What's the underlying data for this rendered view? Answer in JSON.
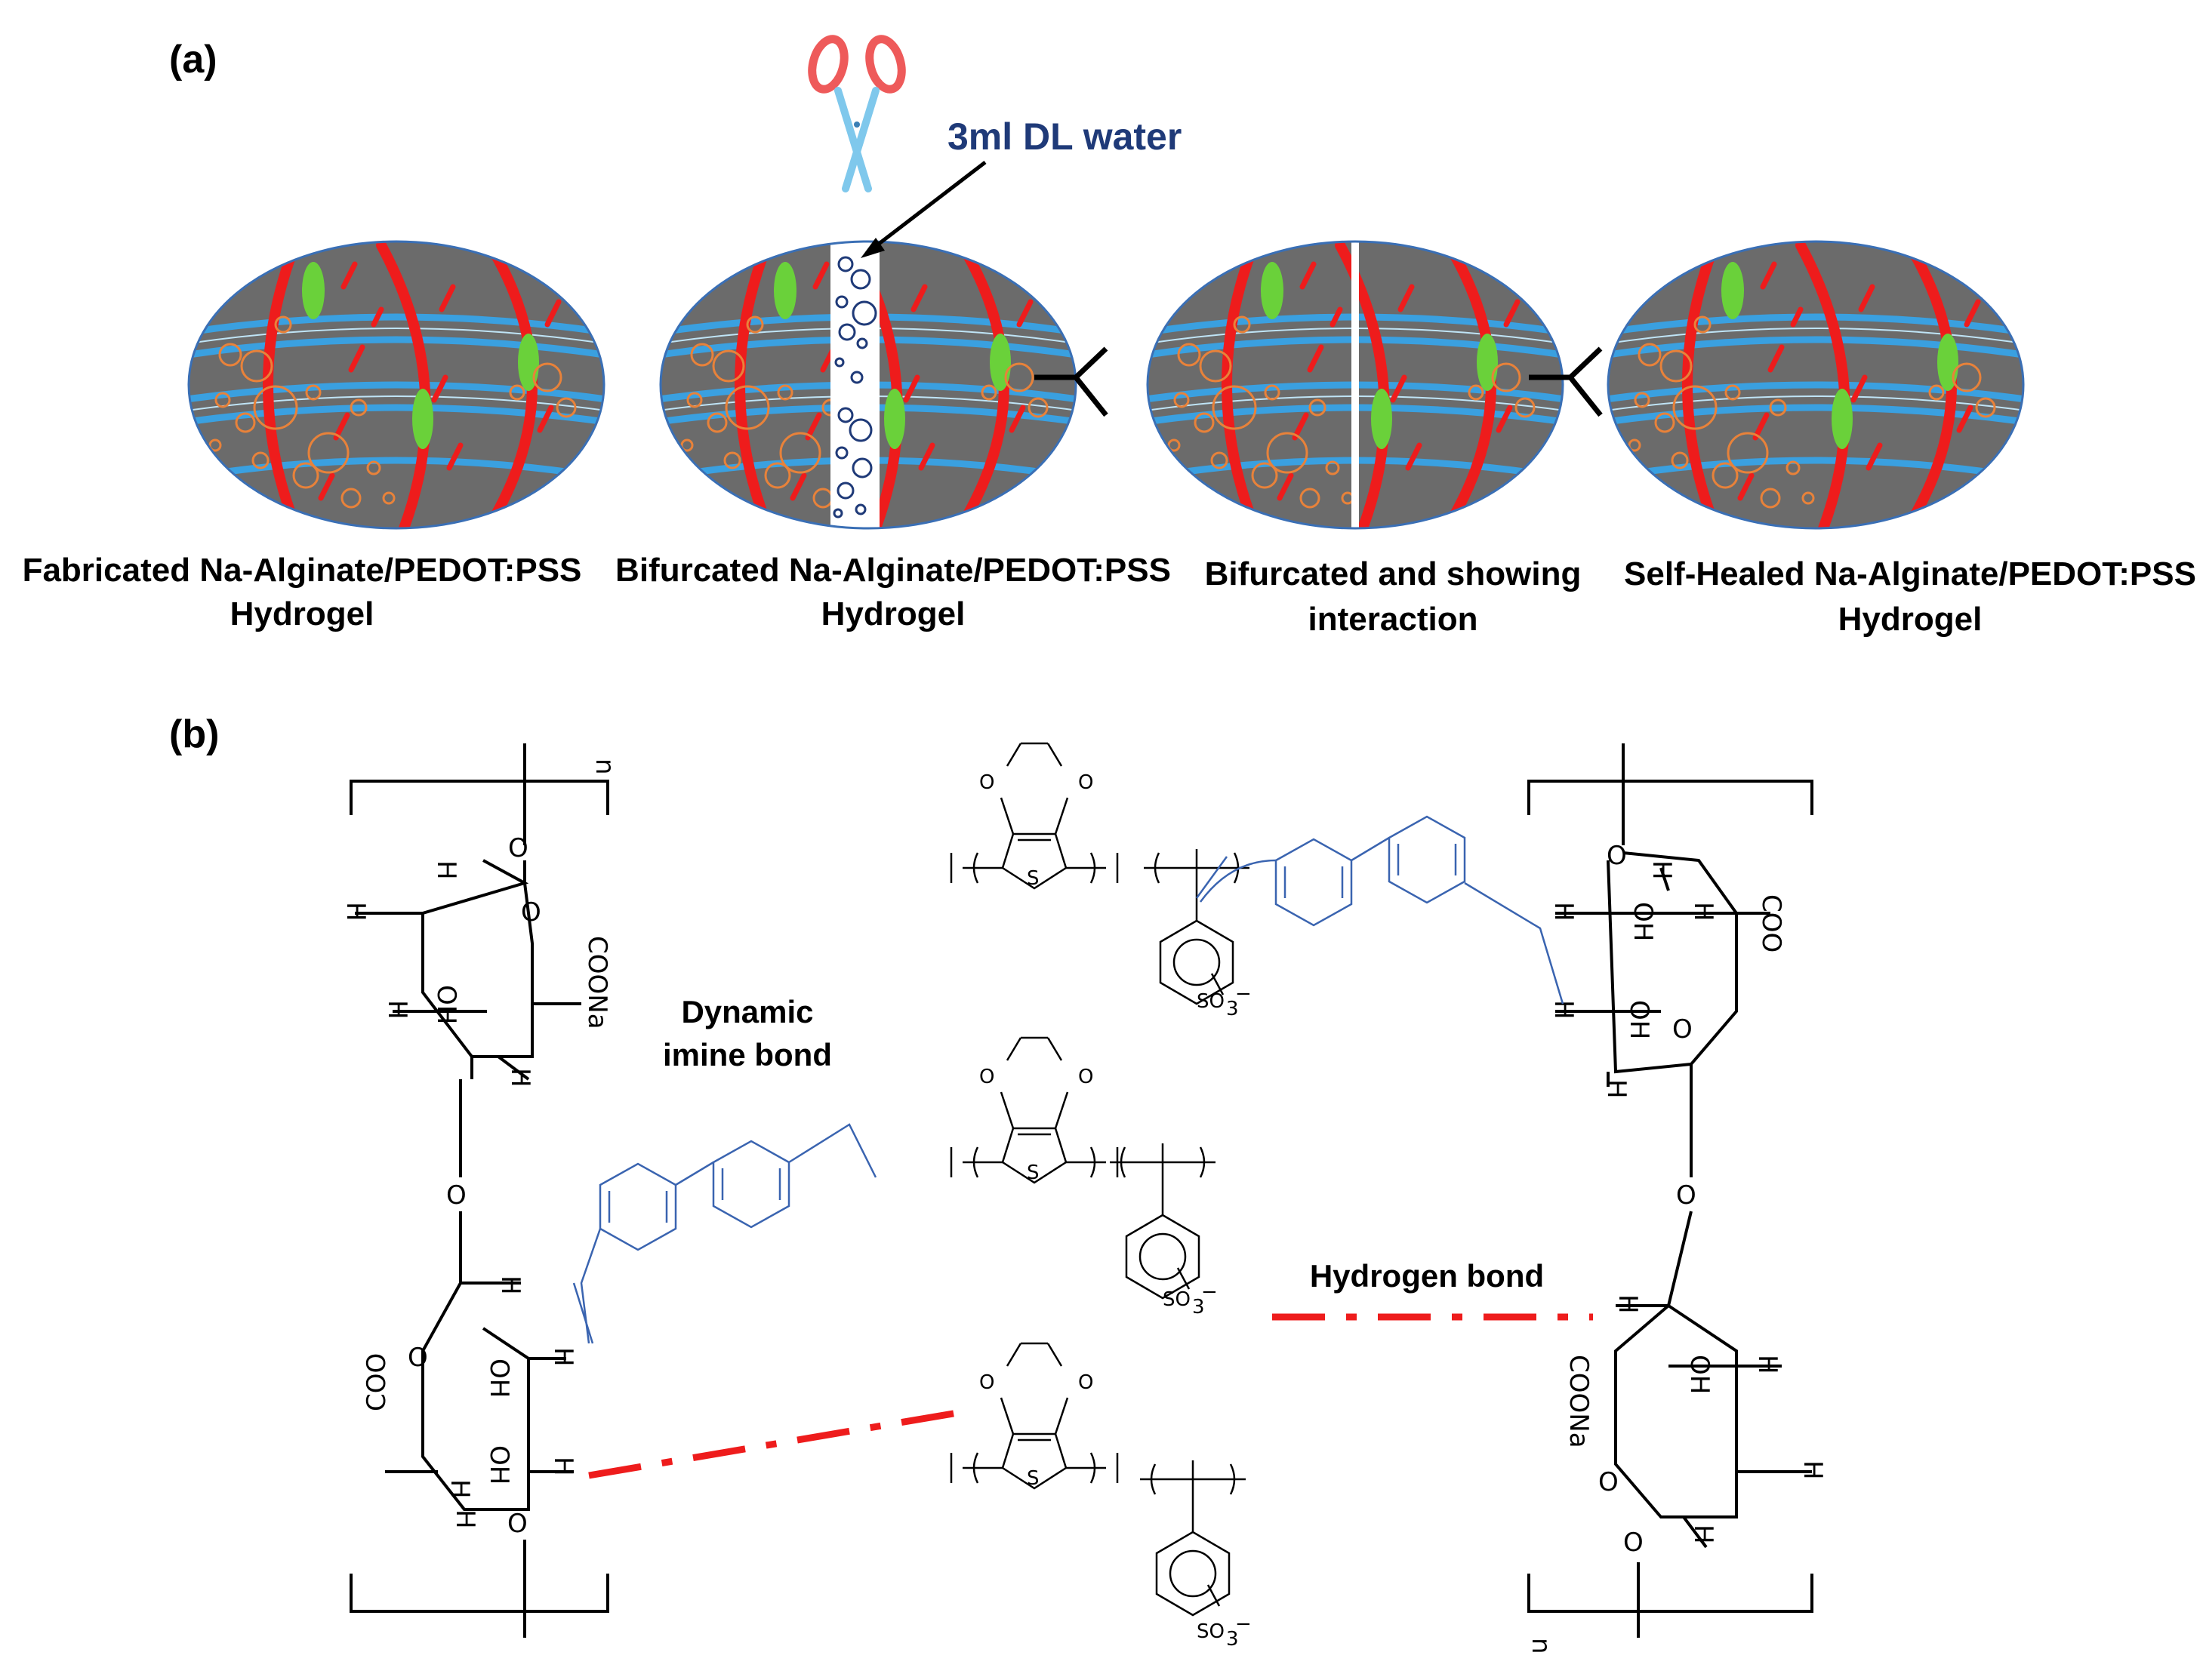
{
  "panels": {
    "a": {
      "label": "(a)",
      "callout": "3ml DL water",
      "captions": [
        {
          "line1": "Fabricated Na-Alginate/PEDOT:PSS",
          "line2": "Hydrogel"
        },
        {
          "line1": "Bifurcated Na-Alginate/PEDOT:PSS",
          "line2": "Hydrogel"
        },
        {
          "line1": "Bifurcated and showing",
          "line2": "interaction"
        },
        {
          "line1": "Self-Healed Na-Alginate/PEDOT:PSS",
          "line2": "Hydrogel"
        }
      ]
    },
    "b": {
      "label": "(b)",
      "dynamic_imine_bond": {
        "line1": "Dynamic",
        "line2": "imine bond"
      },
      "hydrogen_bond": "Hydrogen bond",
      "atoms": {
        "O": "O",
        "H": "H",
        "OH": "OH",
        "S": "S",
        "n": "n",
        "COONa": "COONa",
        "COO": "COO",
        "so3": "SO",
        "sub3": "3",
        "minus": "−"
      }
    }
  },
  "colors": {
    "gel_body": "#6b6b6b",
    "gel_outline": "#3a6fb5",
    "polymer_chain": "#ee1c1c",
    "crosslink": "#3aa0e0",
    "inclusion": "#6ad13a",
    "bubble": "#e8823a",
    "water_bubble": "#1f3a78",
    "callout_text": "#1f3a78",
    "scissors_handle": "#ee5a5a",
    "scissors_blade": "#7fc8ec",
    "hydrogen_bond": "#ee1c1c",
    "imine_linker": "#3a64b0"
  },
  "icons": [
    "scissors-icon",
    "arrow-icon",
    "wedge-connector-icon"
  ]
}
